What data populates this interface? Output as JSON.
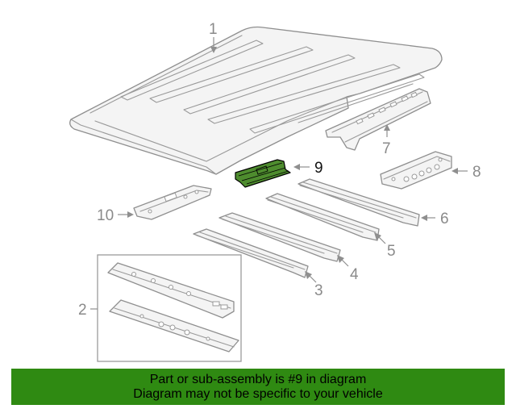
{
  "diagram": {
    "callouts": {
      "c1": "1",
      "c2": "2",
      "c3": "3",
      "c4": "4",
      "c5": "5",
      "c6": "6",
      "c7": "7",
      "c8": "8",
      "c9": "9",
      "c10": "10"
    },
    "highlighted_part": "9",
    "colors": {
      "highlight": "#4e8c2e",
      "footer_background": "#2f8a12",
      "outline": "#8f8f8f"
    }
  },
  "footer": {
    "line1": "Part or sub-assembly is #9 in diagram",
    "line2": "Diagram may not be specific to your vehicle"
  }
}
